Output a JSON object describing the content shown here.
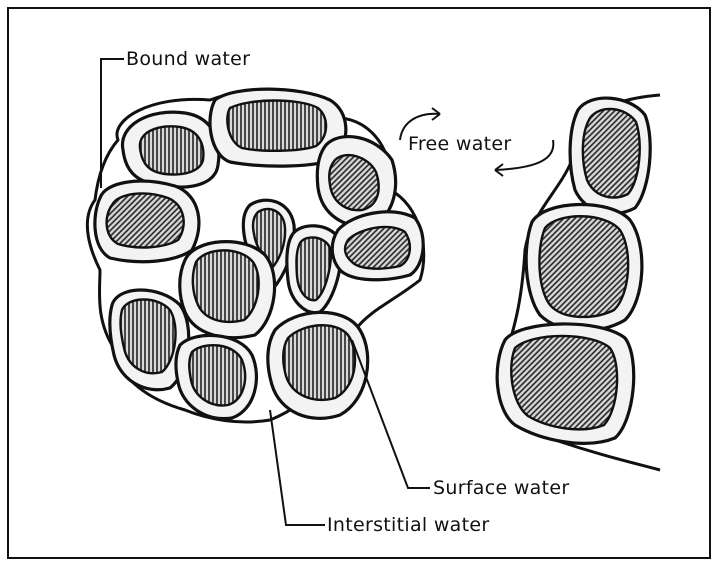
{
  "labels": {
    "bound_water": "Bound water",
    "free_water": "Free water",
    "surface_water": "Surface water",
    "interstitial_water": "Interstitial water"
  },
  "colors": {
    "ink": "#111111",
    "background": "#ffffff"
  }
}
